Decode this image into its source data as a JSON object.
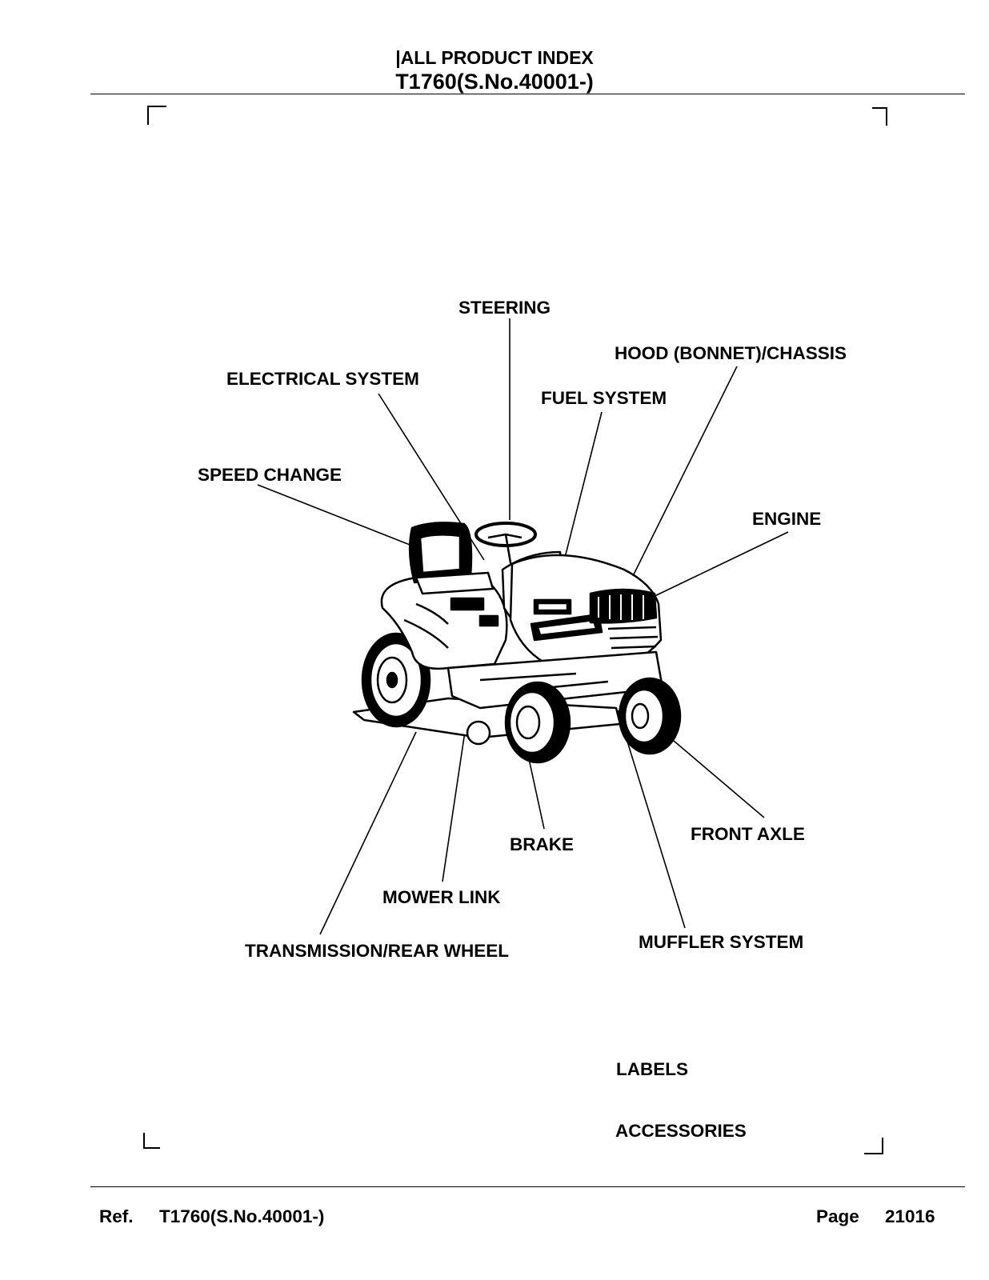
{
  "header": {
    "index_title": "|ALL PRODUCT INDEX",
    "model_title": "T1760(S.No.40001-)"
  },
  "diagram": {
    "illustration": "lawn-tractor-with-mower-deck",
    "line_color": "#000000",
    "callouts": {
      "steering": "STEERING",
      "hood_chassis": "HOOD (BONNET)/CHASSIS",
      "electrical_system": "ELECTRICAL SYSTEM",
      "fuel_system": "FUEL SYSTEM",
      "speed_change": "SPEED CHANGE",
      "engine": "ENGINE",
      "front_axle": "FRONT AXLE",
      "brake": "BRAKE",
      "mower_link": "MOWER LINK",
      "transmission_rear_wheel": "TRANSMISSION/REAR WHEEL",
      "muffler_system": "MUFFLER SYSTEM"
    }
  },
  "extra_links": {
    "labels": "LABELS",
    "accessories": "ACCESSORIES"
  },
  "footer": {
    "ref_label": "Ref.",
    "ref_model": "T1760(S.No.40001-)",
    "page_label": "Page",
    "page_number": "21016"
  }
}
